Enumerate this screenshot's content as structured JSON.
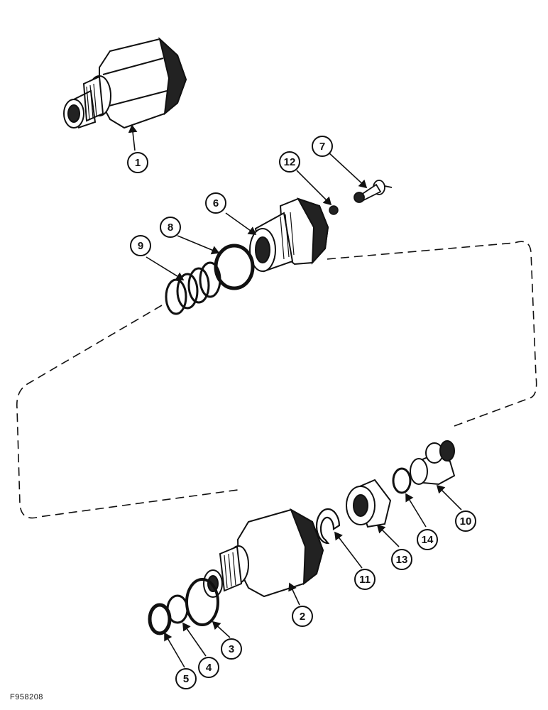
{
  "figure": {
    "code": "F958208",
    "callouts": [
      {
        "number": "1"
      },
      {
        "number": "2"
      },
      {
        "number": "3"
      },
      {
        "number": "4"
      },
      {
        "number": "5"
      },
      {
        "number": "6"
      },
      {
        "number": "7"
      },
      {
        "number": "8"
      },
      {
        "number": "9"
      },
      {
        "number": "10"
      },
      {
        "number": "11"
      },
      {
        "number": "12"
      },
      {
        "number": "13"
      },
      {
        "number": "14"
      }
    ]
  },
  "colors": {
    "ink": "#111111",
    "paper": "#ffffff"
  }
}
